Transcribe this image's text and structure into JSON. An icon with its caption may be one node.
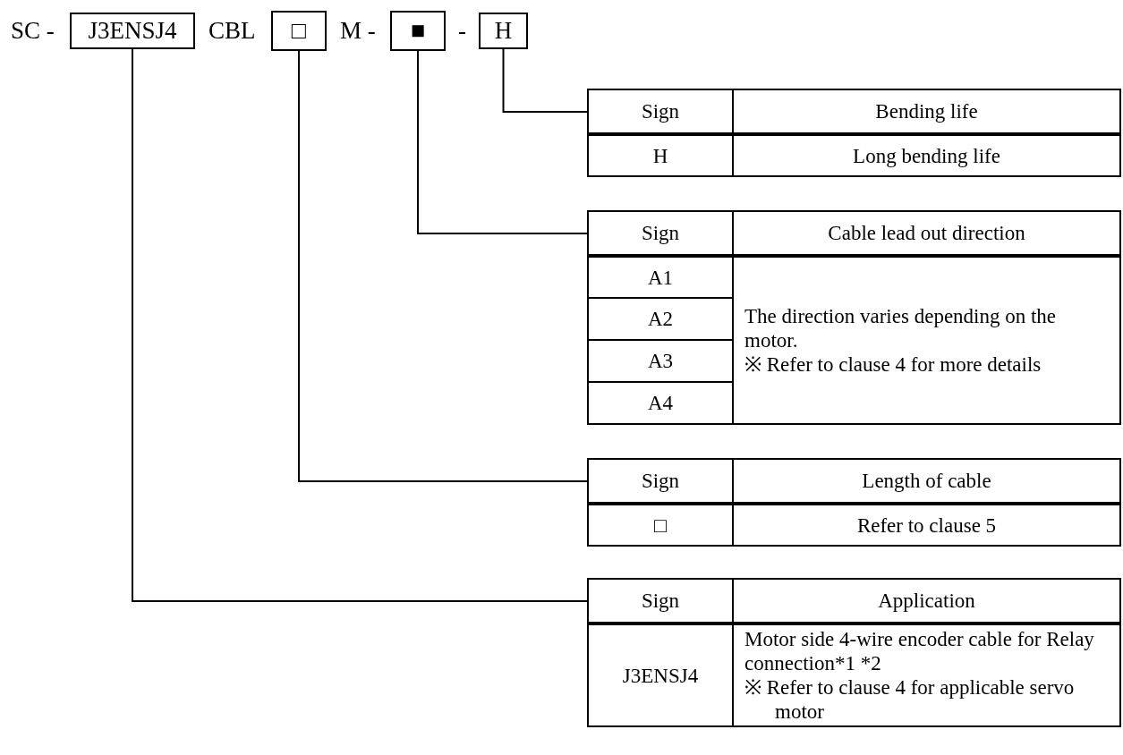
{
  "diagram": {
    "nodes": [
      {
        "text": [
          "J3ENSJ4"
        ]
      },
      {
        "text": [
          "□"
        ]
      },
      {
        "text": [
          "■"
        ]
      },
      {
        "text": [
          "H"
        ]
      },
      {
        "text": [
          "Sign",
          "Bending life",
          "H",
          "Long bending life"
        ]
      },
      {
        "text": [
          "Sign",
          "Cable lead out direction",
          "A1",
          "A2",
          "A3",
          "A4",
          "The direction varies depending on the motor.",
          "※ Refer to clause 4 for more details"
        ]
      },
      {
        "text": [
          "Sign",
          "Length of cable",
          "□",
          "Refer to clause 5"
        ]
      },
      {
        "text": [
          "Sign",
          "Application",
          "J3ENSJ4",
          "Motor side 4-wire encoder cable for Relay connection*1 *2",
          "※ Refer to clause 4 for applicable servo motor"
        ]
      }
    ],
    "edges": [
      {
        "from": 3,
        "to": 4,
        "arrow": "none"
      },
      {
        "from": 2,
        "to": 5,
        "arrow": "none"
      },
      {
        "from": 1,
        "to": 6,
        "arrow": "none"
      },
      {
        "from": 0,
        "to": 7,
        "arrow": "none"
      }
    ],
    "labels": [
      "SC -",
      "CBL",
      "M -",
      "-"
    ]
  }
}
